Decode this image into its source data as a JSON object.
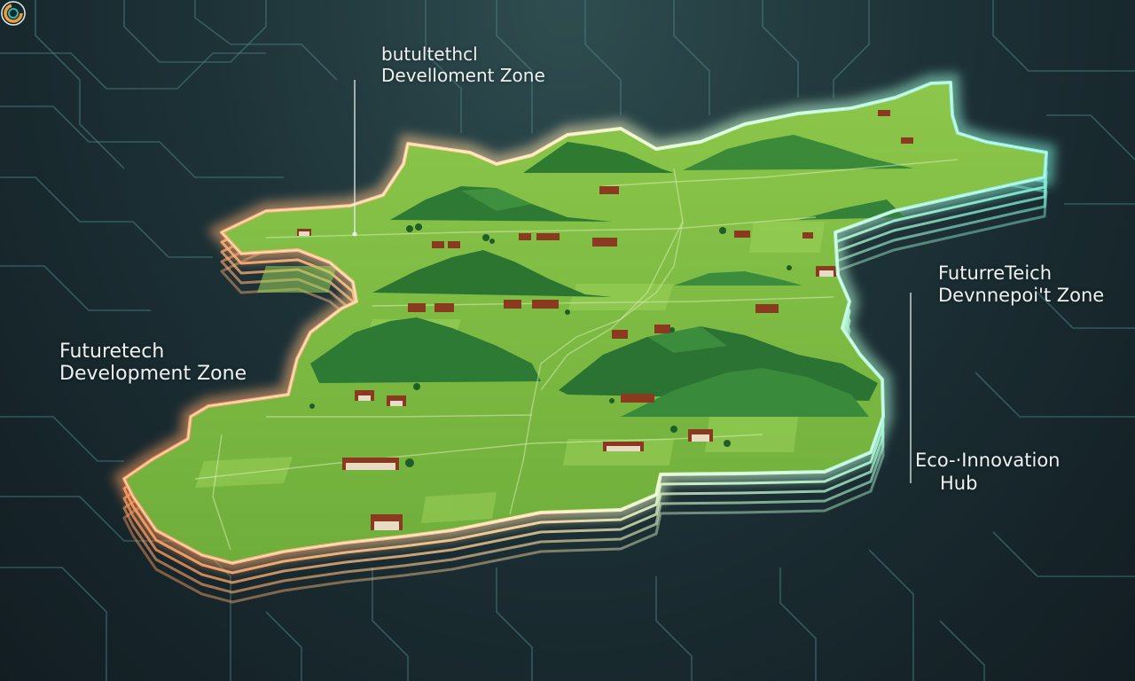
{
  "map": {
    "colors": {
      "background": "#1d3237",
      "land": "#7cb342",
      "mountains": "#2e7d32",
      "border_warm": "#ffb27a",
      "border_cool": "#8ff2dc",
      "circuit_lines": "#4f7f86",
      "label_text": "#eef2f2"
    },
    "labels": {
      "top": {
        "line1": "butultethcl",
        "line2": "Develloment Zone"
      },
      "left": {
        "line1": "Futuretech",
        "line2": "Development Zone"
      },
      "right": {
        "line1": "FuturreTeich",
        "line2": "Devnnepoi't Zone"
      },
      "hub": {
        "line1": "Eco-·Innovation",
        "line2": "Hub"
      }
    },
    "markers": [
      {
        "name": "top-zone-marker-icon"
      },
      {
        "name": "right-zone-marker-icon"
      }
    ]
  }
}
